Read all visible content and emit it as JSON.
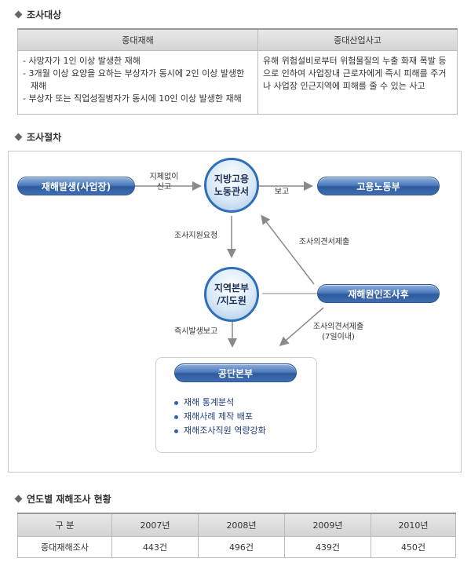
{
  "sections": {
    "target": "조사대상",
    "procedure": "조사절차",
    "status": "연도별 재해조사 현황"
  },
  "target_table": {
    "headers": [
      "중대재해",
      "중대산업사고"
    ],
    "left_items": [
      "- 사망자가 1인 이상 발생한 재해",
      "- 3개월 이상 요양을 요하는 부상자가 동시에 2인 이상 발생한 재해",
      "- 부상자 또는 직업성질병자가 동시에 10인 이상 발생한 재해"
    ],
    "right_text": "유해 위험설비로부터 위험물질의 누출 화재 폭발 등으로 인하여 사업장내 근로자에게 즉시 피해를 주거나 사업장 인근지역에 피해를 줄 수 있는 사고"
  },
  "diagram": {
    "nodes": {
      "occurrence": "재해발생(사업장)",
      "regional_office_line1": "지방고용",
      "regional_office_line2": "노동관서",
      "ministry": "고용노동부",
      "regional_hq_line1": "지역본부",
      "regional_hq_line2": "/지도원",
      "investigation": "재해원인조사후",
      "headquarters": "공단본부"
    },
    "labels": {
      "report_line1": "지체없이",
      "report_line2": "신고",
      "notify": "보고",
      "support_request": "조사지원요청",
      "opinion_submit": "조사의견서제출",
      "immediate_report": "즉시발생보고",
      "opinion_submit_2": "조사의견서제출",
      "within_7days": "(7일이내)"
    },
    "hq_tasks": [
      "재해 통계분석",
      "재해사례 제작 배포",
      "재해조사직원 역량강화"
    ]
  },
  "status_table": {
    "headers": [
      "구 분",
      "2007년",
      "2008년",
      "2009년",
      "2010년"
    ],
    "row_label": "중대재해조사",
    "values": [
      "443건",
      "496건",
      "439건",
      "450건"
    ]
  }
}
